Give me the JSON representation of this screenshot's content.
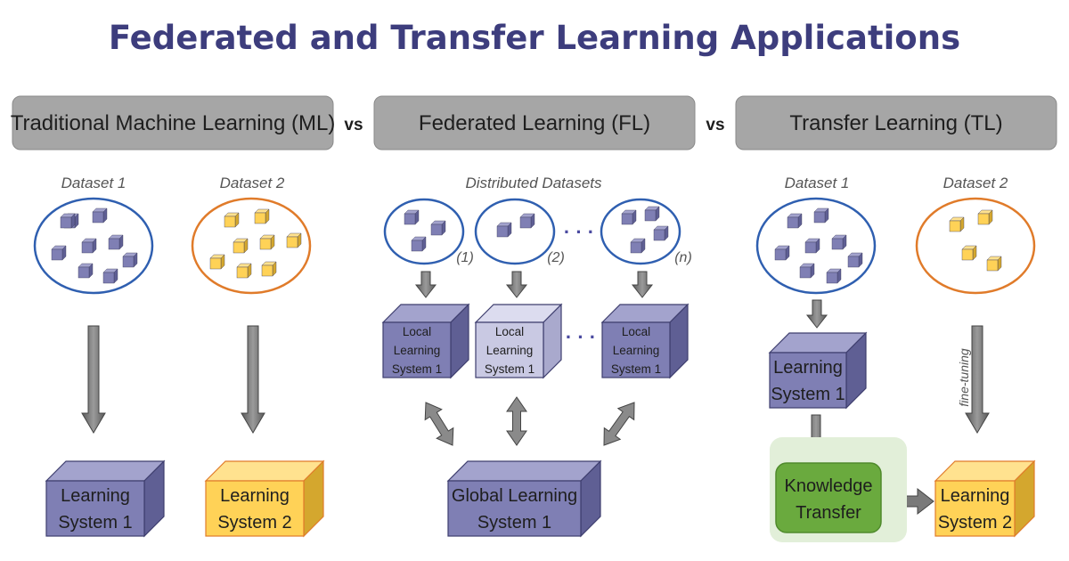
{
  "title": "Federated and Transfer Learning Applications",
  "sections": {
    "ml": {
      "header": "Traditional Machine Learning (ML)",
      "dataset1": "Dataset 1",
      "dataset2": "Dataset 2"
    },
    "fl": {
      "header": "Federated Learning (FL)",
      "datasets_label": "Distributed Datasets",
      "idx1": "(1)",
      "idx2": "(2)",
      "idxn": "(n)",
      "dots": "· · ·"
    },
    "tl": {
      "header": "Transfer Learning (TL)",
      "dataset1": "Dataset 1",
      "dataset2": "Dataset 2",
      "fine_tuning": "fine-tuning"
    }
  },
  "vs_label": "vs",
  "boxes": {
    "ml_ls1": [
      "Learning",
      "System 1"
    ],
    "ml_ls2": [
      "Learning",
      "System 2"
    ],
    "fl_local1": [
      "Local",
      "Learning",
      "System 1"
    ],
    "fl_local2": [
      "Local",
      "Learning",
      "System 1"
    ],
    "fl_localn": [
      "Local",
      "Learning",
      "System 1"
    ],
    "fl_global": [
      "Global Learning",
      "System 1"
    ],
    "tl_ls1": [
      "Learning",
      "System 1"
    ],
    "tl_kt": [
      "Knowledge",
      "Transfer"
    ],
    "tl_ls2": [
      "Learning",
      "System 2"
    ]
  },
  "colors": {
    "title": "#3d3d7d",
    "purple_front": "#7f7fb4",
    "purple_top": "#a3a3cd",
    "purple_side": "#5f5f94",
    "yellow_front": "#ffd257",
    "yellow_top": "#ffe28f",
    "yellow_side": "#d4a72e",
    "blue_ellipse": "#2f5fb0",
    "orange_ellipse": "#e07b2a",
    "green": "#6aaa3e",
    "light_green": "#e2efd9",
    "header_bg": "#a6a6a6"
  }
}
